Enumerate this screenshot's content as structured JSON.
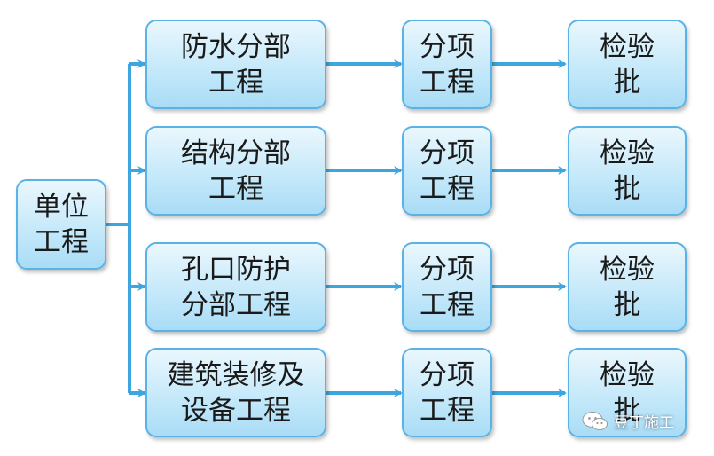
{
  "root": {
    "label": "单位\n工程"
  },
  "rows": [
    {
      "division": "防水分部\n工程",
      "item": "分项\n工程",
      "batch": "检验\n批"
    },
    {
      "division": "结构分部\n工程",
      "item": "分项\n工程",
      "batch": "检验\n批"
    },
    {
      "division": "孔口防护\n分部工程",
      "item": "分项\n工程",
      "batch": "检验\n批"
    },
    {
      "division": "建筑装修及\n设备工程",
      "item": "分项\n工程",
      "batch": "检验\n批"
    }
  ],
  "watermark": {
    "text": "豆丁施工",
    "icon": "wechat-icon"
  },
  "colors": {
    "arrow": "#3ea6de",
    "box_border": "#5ab3e6",
    "box_fill": "#c6e9fa"
  }
}
